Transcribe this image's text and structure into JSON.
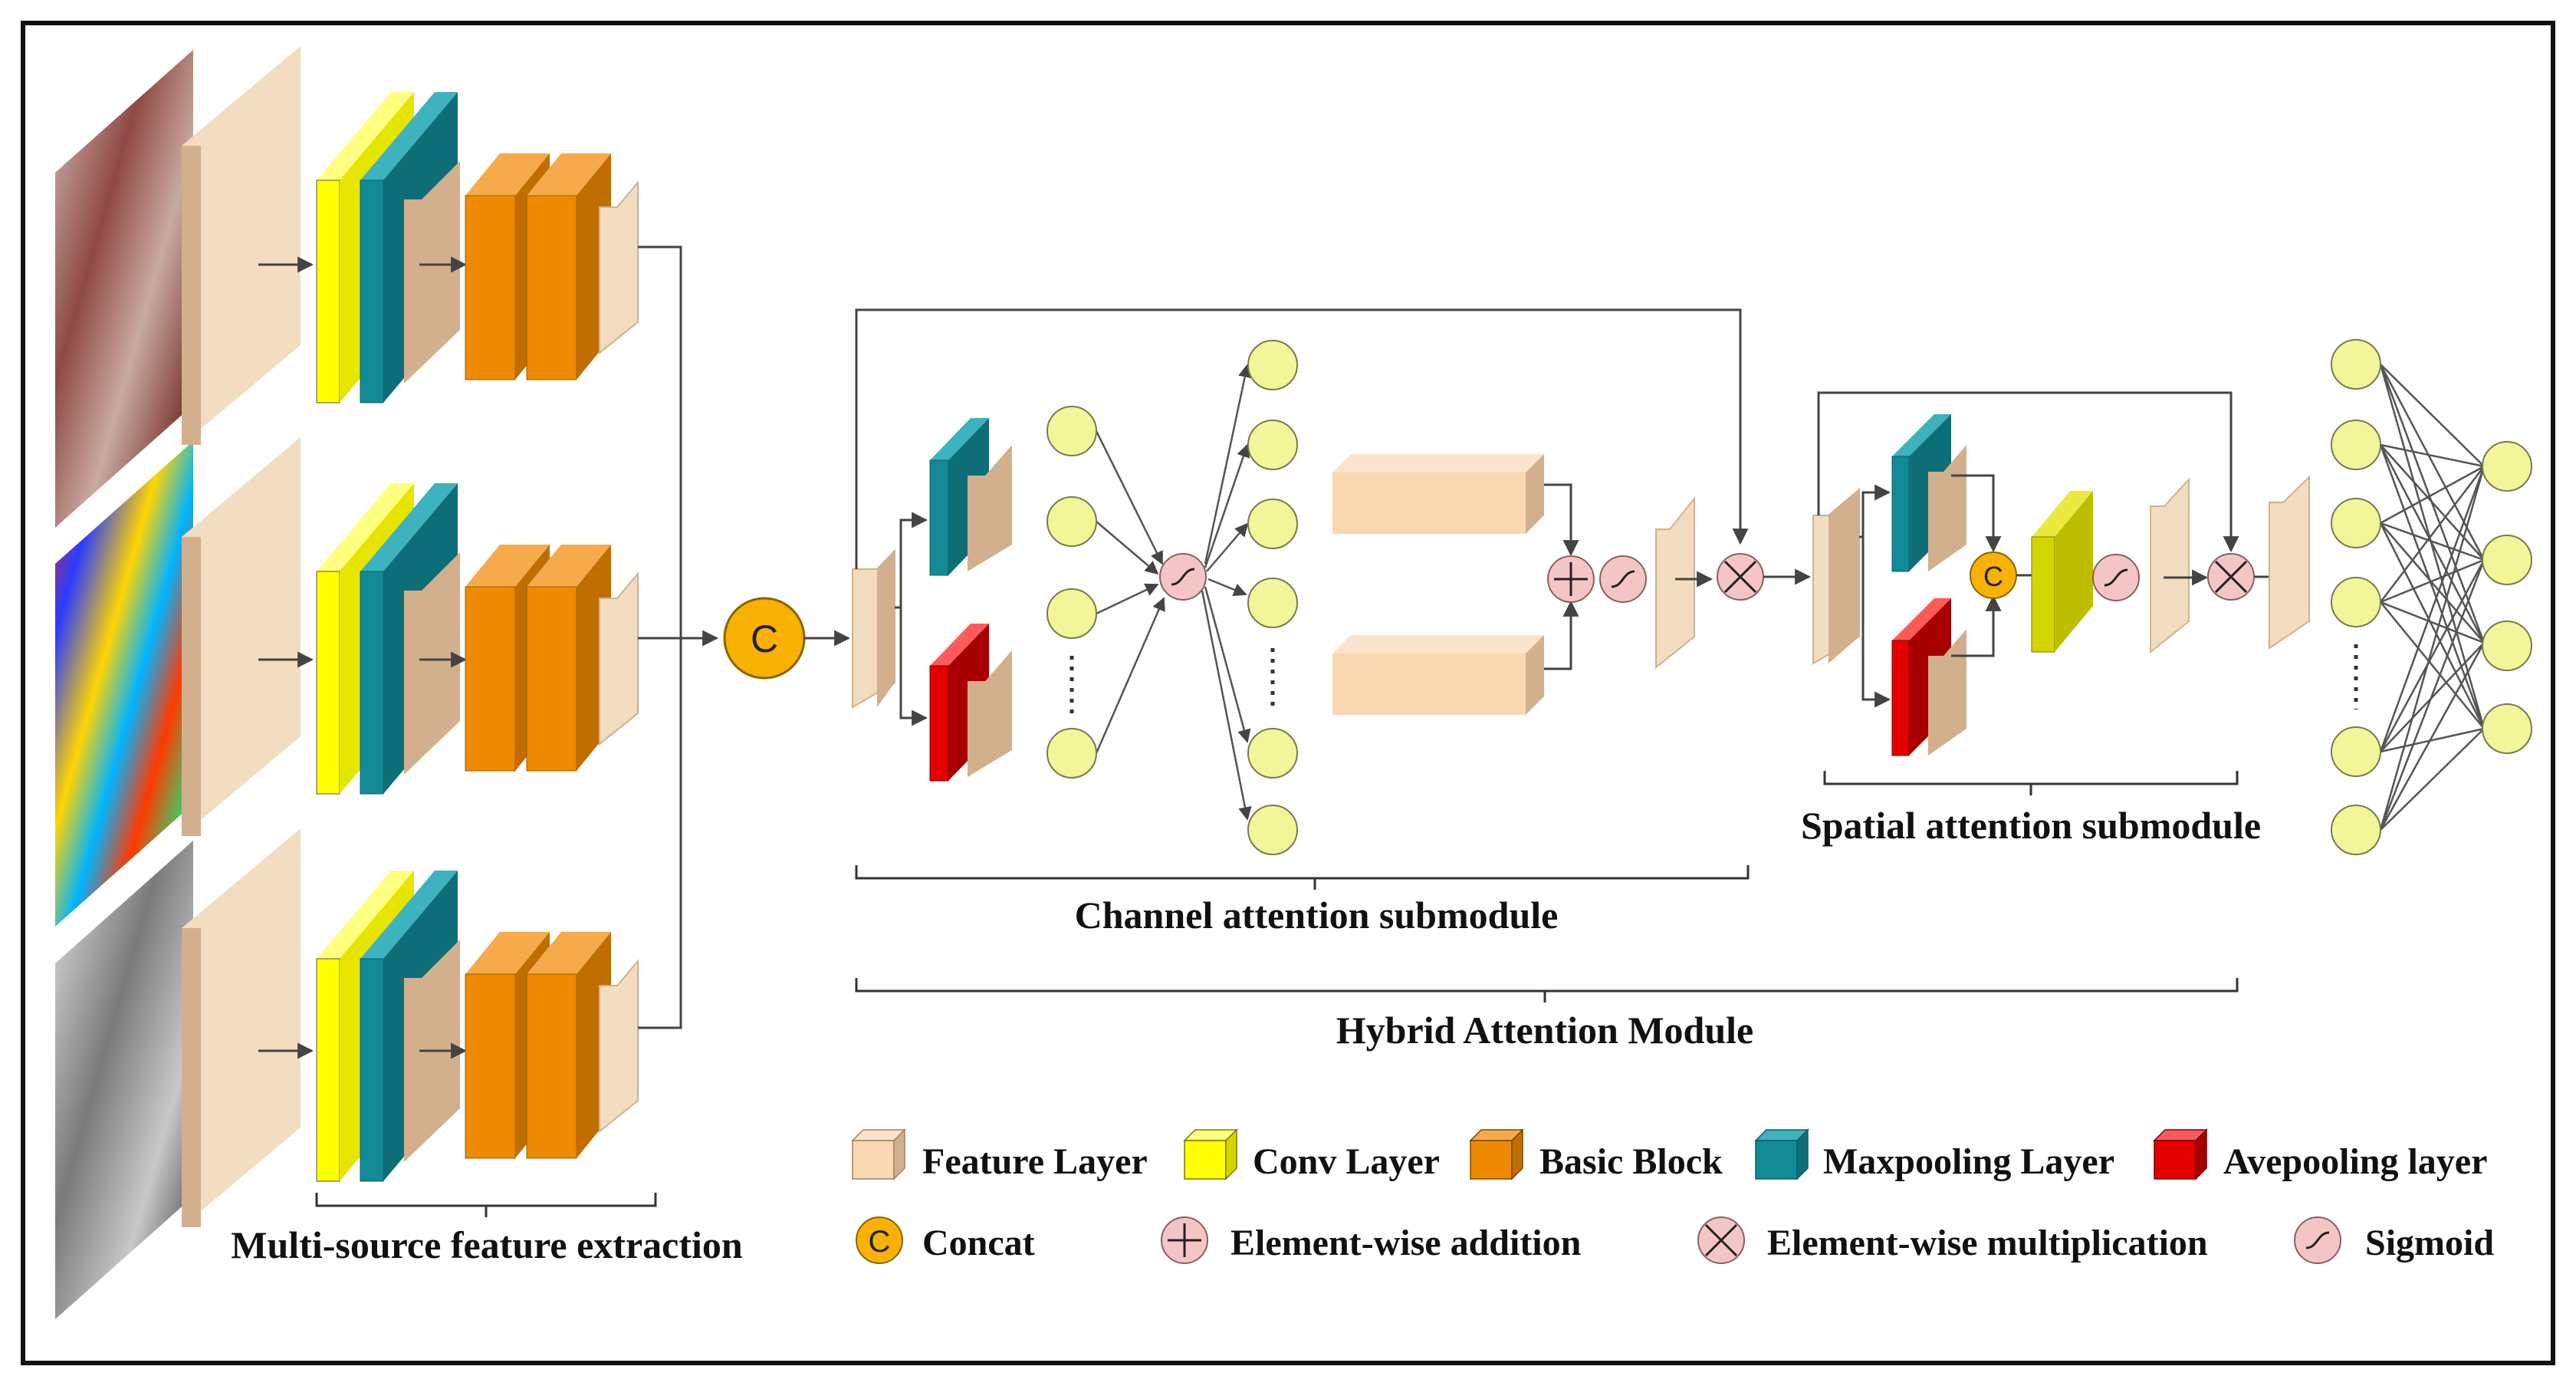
{
  "labels": {
    "multi_source": "Multi-source feature extraction",
    "channel_attention": "Channel attention submodule",
    "spatial_attention": "Spatial attention submodule",
    "hybrid_attention": "Hybrid Attention Module"
  },
  "concat_symbol": "C",
  "legend": {
    "feature_layer": "Feature Layer",
    "conv_layer": "Conv Layer",
    "basic_block": "Basic Block",
    "maxpooling_layer": "Maxpooling Layer",
    "avepooling_layer": "Avepooling layer",
    "concat": "Concat",
    "element_wise_addition": "Element-wise addition",
    "element_wise_multiplication": "Element-wise multiplication",
    "sigmoid": "Sigmoid"
  },
  "colors": {
    "feature_layer": "#F9D7B0",
    "conv_layer": "#FFFF00",
    "basic_block": "#EE8A00",
    "maxpooling_layer": "#128A96",
    "avepooling_layer": "#E20000",
    "concat": "#F7B100",
    "operator": "#F4C5C5",
    "neuron": "#F3F698",
    "spatial_conv": "#D4D400"
  }
}
